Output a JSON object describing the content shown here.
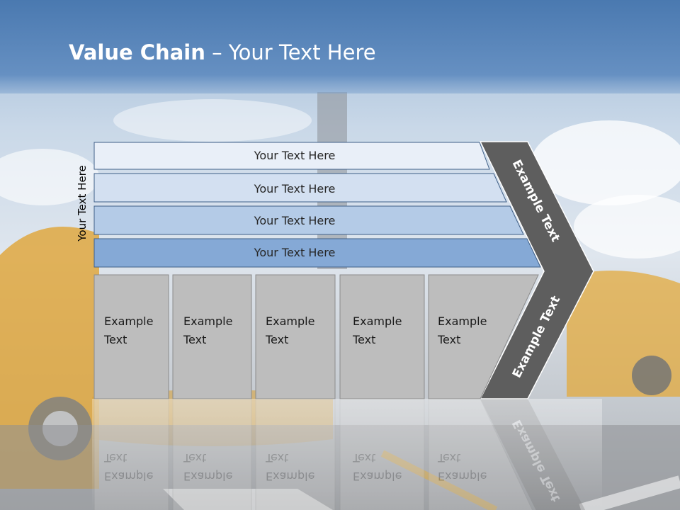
{
  "slide": {
    "title_bold": "Value Chain",
    "title_rest": " – Your Text Here",
    "side_label": "Your Text Here",
    "bands": [
      {
        "label": "Your Text Here",
        "color": "#e9eff8"
      },
      {
        "label": "Your Text Here",
        "color": "#d3e0f1"
      },
      {
        "label": "Your Text Here",
        "color": "#b4cbe7"
      },
      {
        "label": "Your Text Here",
        "color": "#85a9d6"
      }
    ],
    "boxes": [
      {
        "line1": "Example",
        "line2": "Text"
      },
      {
        "line1": "Example",
        "line2": "Text"
      },
      {
        "line1": "Example",
        "line2": "Text"
      },
      {
        "line1": "Example",
        "line2": "Text"
      },
      {
        "line1": "Example",
        "line2": "Text"
      }
    ],
    "chevron_upper": "Example Text",
    "chevron_lower": "Example Text"
  },
  "colors": {
    "title_bar": "#5b86b9",
    "chevron": "#5e5e5e",
    "box_fill": "#bdbdbd",
    "box_stroke": "#8c8c8c"
  }
}
